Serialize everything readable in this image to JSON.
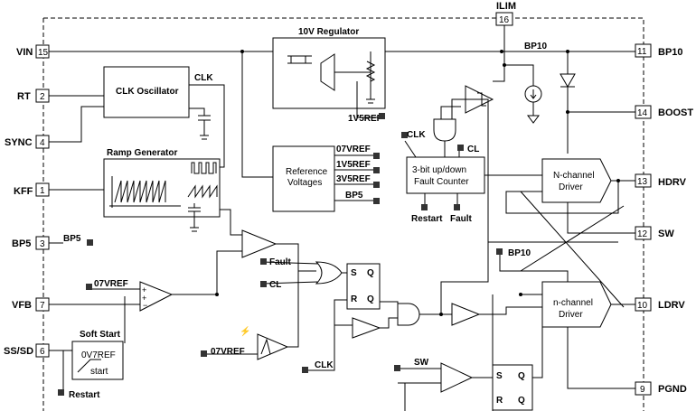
{
  "pins": {
    "vin": {
      "label": "VIN",
      "num": "15"
    },
    "rt": {
      "label": "RT",
      "num": "2"
    },
    "sync": {
      "label": "SYNC",
      "num": "4"
    },
    "kff": {
      "label": "KFF",
      "num": "1"
    },
    "bp5": {
      "label": "BP5",
      "num": "3"
    },
    "vfb": {
      "label": "VFB",
      "num": "7"
    },
    "sssd": {
      "label": "SS/SD",
      "num": "6"
    },
    "ilim": {
      "label": "ILIM",
      "num": "16"
    },
    "bp10": {
      "label": "BP10",
      "num": "11"
    },
    "boost": {
      "label": "BOOST",
      "num": "14"
    },
    "hdrv": {
      "label": "HDRV",
      "num": "13"
    },
    "sw": {
      "label": "SW",
      "num": "12"
    },
    "ldrv": {
      "label": "LDRV",
      "num": "10"
    },
    "pgnd": {
      "label": "PGND",
      "num": "9"
    }
  },
  "blocks": {
    "regulator": "10V Regulator",
    "clk_osc": "CLK Oscillator",
    "ramp_gen": "Ramp Generator",
    "ref_line1": "Reference",
    "ref_line2": "Voltages",
    "counter_line1": "3-bit up/down",
    "counter_line2": "Fault Counter",
    "ndrv_hi_line1": "N-channel",
    "ndrv_hi_line2": "Driver",
    "ndrv_lo_line1": "n-channel",
    "ndrv_lo_line2": "Driver",
    "soft_start": "Soft Start",
    "ss_ref": "0V7REF",
    "ss_start": "start"
  },
  "signals": {
    "clk": "CLK",
    "bp10": "BP10",
    "bp5": "BP5",
    "v1v5ref": "1V5REF",
    "v07ref": "07VREF",
    "v1v5ref_b": "1V5REF",
    "v3v5ref": "3V5REF",
    "bp5_ref": "BP5",
    "fault": "Fault",
    "cl": "CL",
    "clk_ff": "CLK",
    "sw": "SW",
    "v07_vfb": "07VREF",
    "v07_ss": "07VREF",
    "restart_ctr": "Restart",
    "fault_ctr": "Fault",
    "restart_ss": "Restart",
    "clk_ctr": "CLK",
    "cl_ctr": "CL",
    "bp10_lo": "BP10",
    "ff_s": "S",
    "ff_r": "R",
    "ff_q": "Q",
    "ff_qb": "Q",
    "ff2_s": "S",
    "ff2_r": "R",
    "ff2_q": "Q",
    "ff2_qb": "Q"
  }
}
